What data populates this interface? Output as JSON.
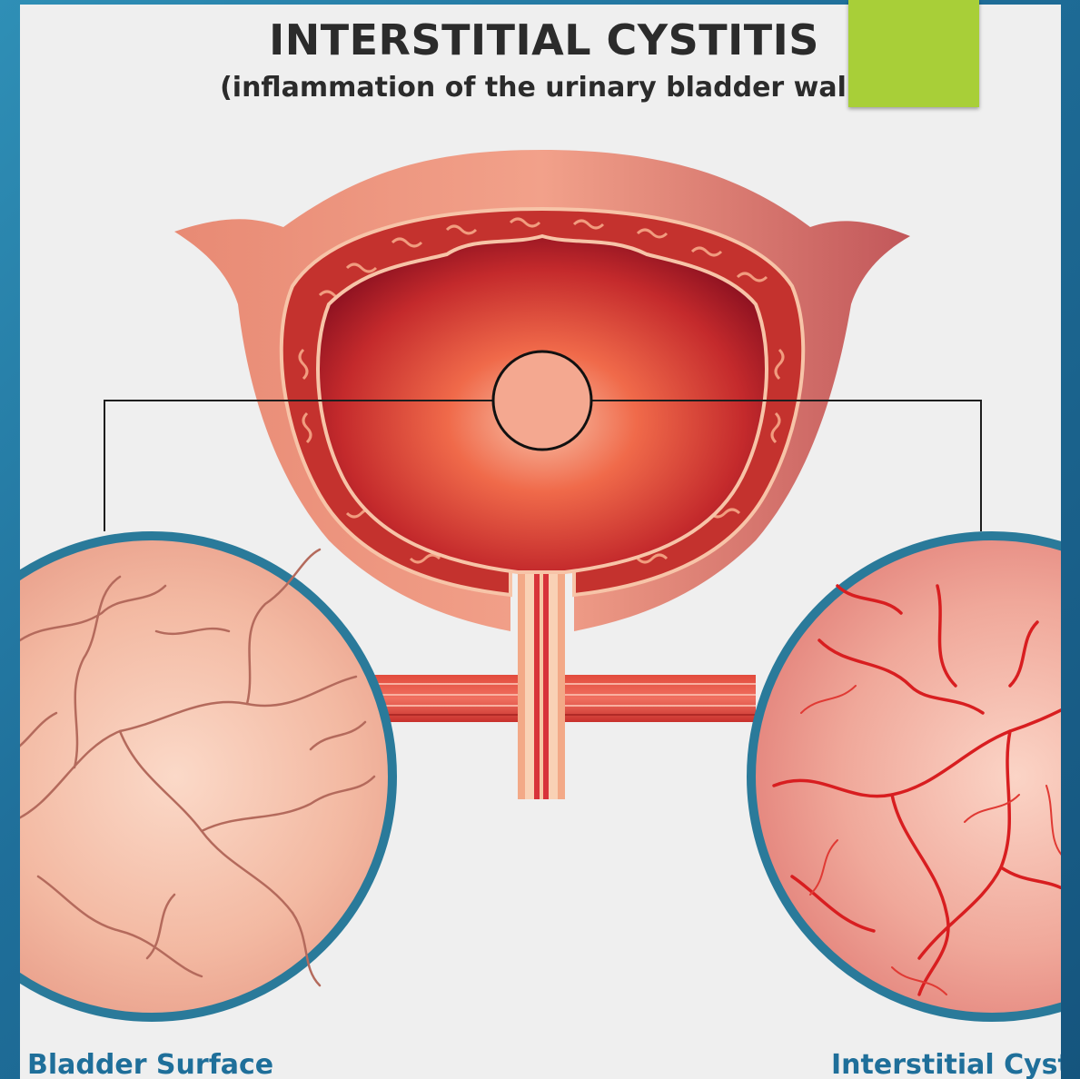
{
  "title": "INTERSTITIAL CYSTITIS",
  "subtitle": "(inflammation of the urinary bladder wall)",
  "labels": {
    "left": "Bladder Surface",
    "right": "Interstitial Cysti"
  },
  "colors": {
    "background": "#1f6f9a",
    "panel": "#efefef",
    "accent": "#a8cf38",
    "label": "#1f6f9a",
    "ring": "#2a7a9a",
    "bladder_outer": "#e07a68",
    "bladder_inner": "#b8202a"
  },
  "icons": {
    "bladder": "bladder-cross-section-illustration",
    "left_zoom": "healthy-bladder-surface-magnified",
    "right_zoom": "inflamed-bladder-surface-magnified"
  }
}
